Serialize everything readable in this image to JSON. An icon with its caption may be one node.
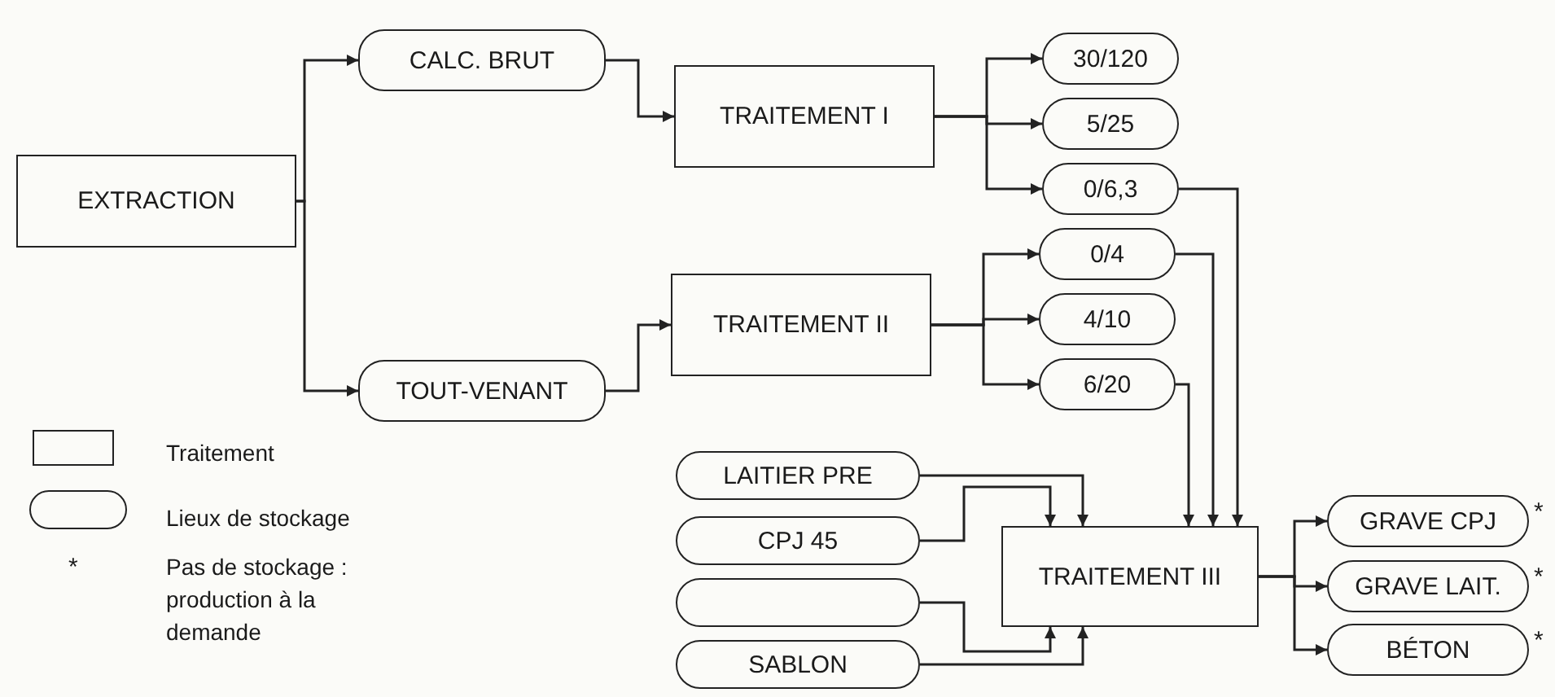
{
  "diagram": {
    "nodes": [
      {
        "text": [
          "EXTRACTION"
        ]
      },
      {
        "text": [
          "CALC. BRUT"
        ]
      },
      {
        "text": [
          "TRAITEMENT I"
        ]
      },
      {
        "text": [
          "30/120"
        ]
      },
      {
        "text": [
          "5/25"
        ]
      },
      {
        "text": [
          "0/6,3"
        ]
      },
      {
        "text": [
          "TOUT-VENANT"
        ]
      },
      {
        "text": [
          "TRAITEMENT II"
        ]
      },
      {
        "text": [
          "0/4"
        ]
      },
      {
        "text": [
          "4/10"
        ]
      },
      {
        "text": [
          "6/20"
        ]
      },
      {
        "text": [
          "LAITIER PRE"
        ]
      },
      {
        "text": [
          "CPJ 45"
        ]
      },
      {
        "text": [],
        "shape": "pill"
      },
      {
        "text": [
          "SABLON"
        ]
      },
      {
        "text": [
          "TRAITEMENT III"
        ]
      },
      {
        "text": [
          "GRAVE CPJ"
        ],
        "beside": [
          "*"
        ]
      },
      {
        "text": [
          "GRAVE LAIT."
        ],
        "beside": [
          "*"
        ]
      },
      {
        "text": [
          "BÉTON"
        ],
        "beside": [
          "*"
        ]
      }
    ],
    "edges": [
      {
        "from": 0,
        "to": 1,
        "arrow": "to"
      },
      {
        "from": 0,
        "to": 6,
        "arrow": "to"
      },
      {
        "from": 1,
        "to": 2,
        "arrow": "to"
      },
      {
        "from": 6,
        "to": 7,
        "arrow": "to"
      },
      {
        "from": 2,
        "to": 3,
        "arrow": "to"
      },
      {
        "from": 2,
        "to": 4,
        "arrow": "to"
      },
      {
        "from": 2,
        "to": 5,
        "arrow": "to"
      },
      {
        "from": 7,
        "to": 8,
        "arrow": "to"
      },
      {
        "from": 7,
        "to": 9,
        "arrow": "to"
      },
      {
        "from": 7,
        "to": 10,
        "arrow": "to"
      },
      {
        "from": 5,
        "to": 15,
        "arrow": "to"
      },
      {
        "from": 8,
        "to": 15,
        "arrow": "to"
      },
      {
        "from": 10,
        "to": 15,
        "arrow": "to"
      },
      {
        "from": 11,
        "to": 15,
        "arrow": "to"
      },
      {
        "from": 12,
        "to": 15,
        "arrow": "to"
      },
      {
        "from": 13,
        "to": 15,
        "arrow": "to"
      },
      {
        "from": 14,
        "to": 15,
        "arrow": "to"
      },
      {
        "from": 15,
        "to": 16,
        "arrow": "to"
      },
      {
        "from": 15,
        "to": 17,
        "arrow": "to"
      },
      {
        "from": 15,
        "to": 18,
        "arrow": "to"
      }
    ],
    "labels": [
      "*"
    ],
    "legend": [
      {
        "text": "Traitement"
      },
      {
        "text": "Lieux de stockage"
      },
      {
        "text": "Pas de stockage : production à la demande"
      }
    ]
  }
}
